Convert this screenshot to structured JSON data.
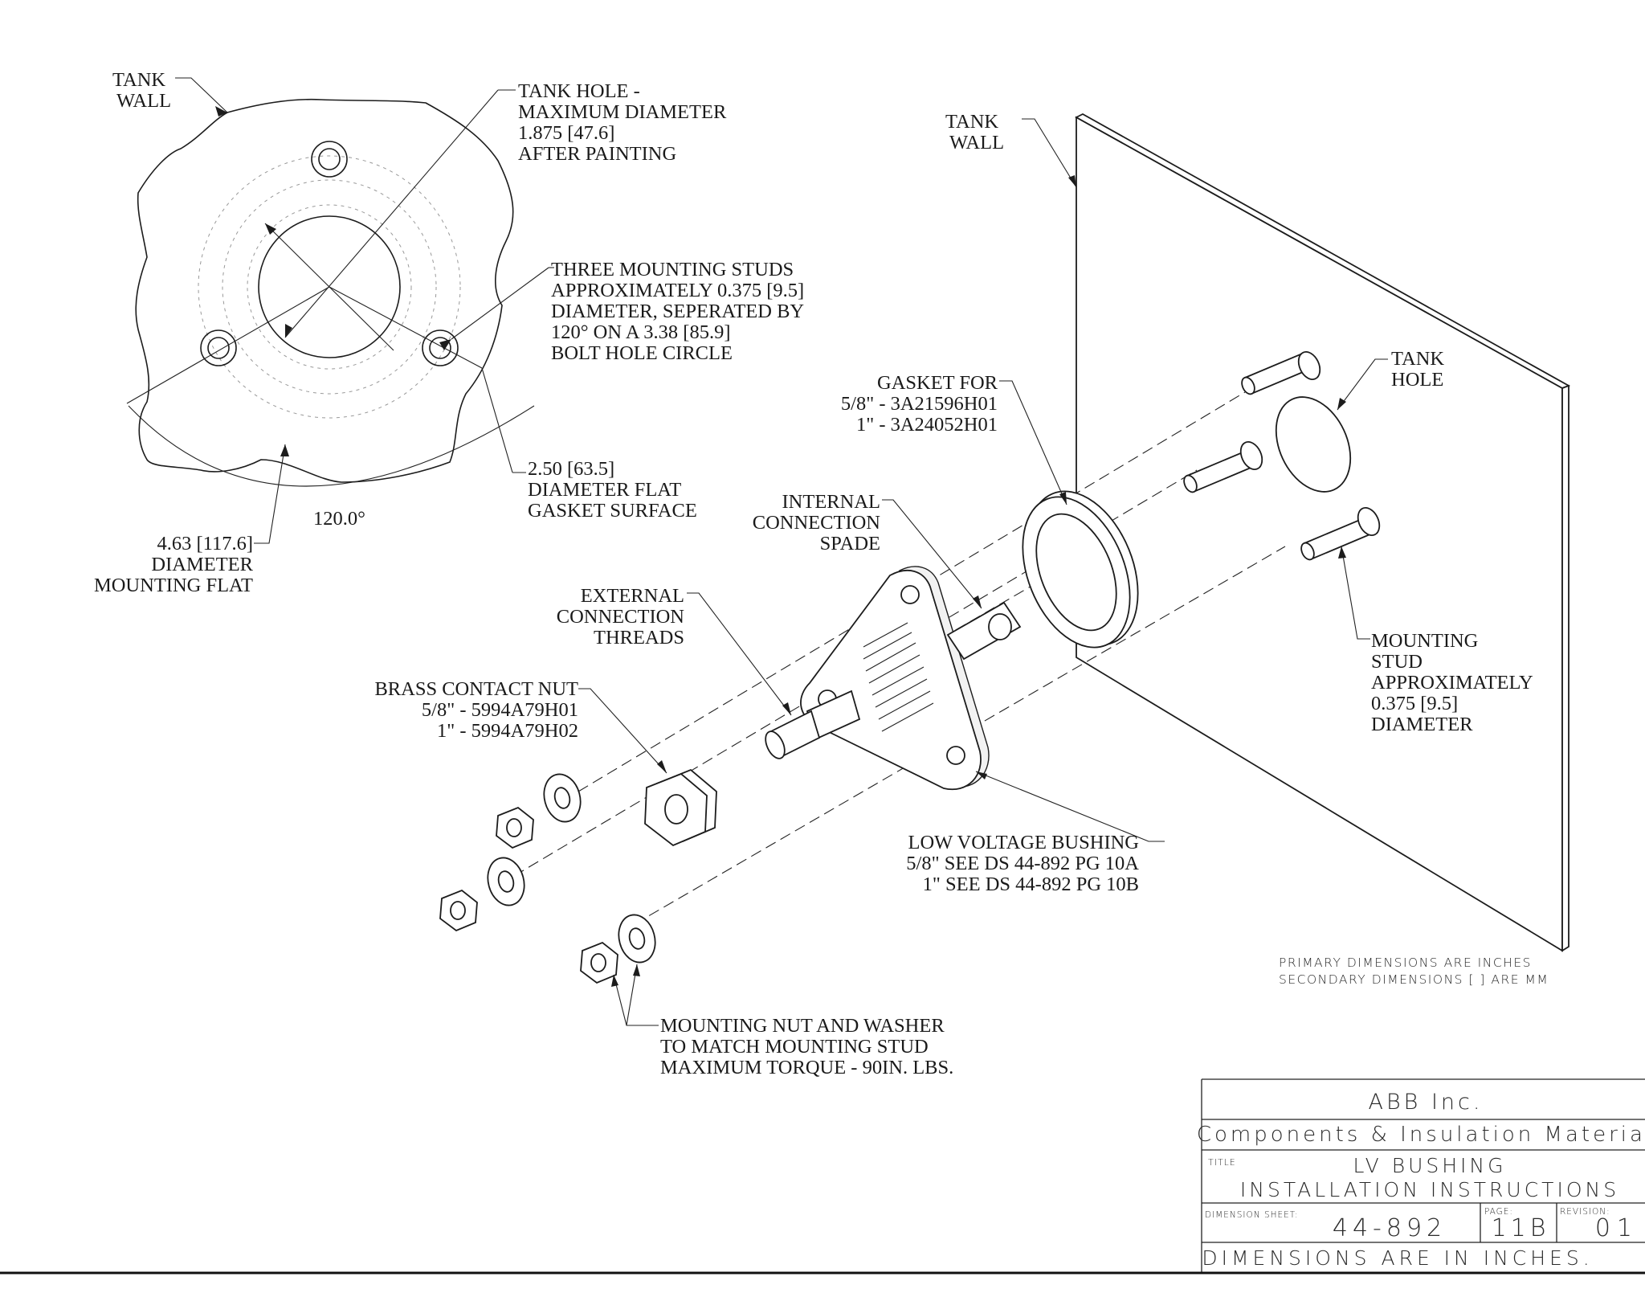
{
  "callouts": {
    "tank_wall_left": [
      "TANK",
      "WALL"
    ],
    "tank_hole_max": [
      "TANK HOLE -",
      "MAXIMUM DIAMETER",
      "1.875 [47.6]",
      "AFTER PAINTING"
    ],
    "studs": [
      "THREE MOUNTING STUDS",
      "APPROXIMATELY 0.375 [9.5]",
      "DIAMETER, SEPERATED BY",
      "120°  ON A 3.38 [85.9]",
      "BOLT HOLE CIRCLE"
    ],
    "gasket_surface": [
      "2.50 [63.5]",
      "DIAMETER FLAT",
      "GASKET SURFACE"
    ],
    "angle": "120.0°",
    "mounting_flat": [
      "4.63 [117.6]",
      "DIAMETER",
      "MOUNTING FLAT"
    ],
    "tank_wall_right": [
      "TANK",
      "WALL"
    ],
    "tank_hole": [
      "TANK",
      "HOLE"
    ],
    "gasket": [
      "GASKET FOR",
      "5/8\"  - 3A21596H01",
      "1\"  - 3A24052H01"
    ],
    "spade": [
      "INTERNAL",
      "CONNECTION",
      "SPADE"
    ],
    "threads": [
      "EXTERNAL",
      "CONNECTION",
      "THREADS"
    ],
    "brass_nut": [
      "BRASS CONTACT NUT",
      "5/8\" - 5994A79H01",
      "1\" - 5994A79H02"
    ],
    "mounting_stud": [
      "MOUNTING",
      "STUD",
      "APPROXIMATELY",
      "0.375 [9.5]",
      "DIAMETER"
    ],
    "bushing": [
      "LOW VOLTAGE BUSHING",
      "5/8\" SEE DS 44-892 PG 10A",
      "1\" SEE DS 44-892 PG 10B"
    ],
    "nut_washer": [
      "MOUNTING NUT AND WASHER",
      "TO MATCH MOUNTING STUD",
      "MAXIMUM TORQUE - 90IN. LBS."
    ]
  },
  "units_note": [
    "PRIMARY DIMENSIONS ARE INCHES",
    "SECONDARY DIMENSIONS [ ] ARE MM"
  ],
  "title_block": {
    "company": "ABB Inc.",
    "division": "Components & Insulation Material",
    "title_label": "TITLE",
    "title_line1": "LV BUSHING",
    "title_line2": "INSTALLATION INSTRUCTIONS",
    "sheet_label": "DIMENSION SHEET:",
    "sheet_value": "44-892",
    "page_label": "PAGE:",
    "page_value": "11B",
    "revision_label": "REVISION:",
    "revision_value": "01",
    "footer": "DIMENSIONS ARE IN INCHES."
  }
}
